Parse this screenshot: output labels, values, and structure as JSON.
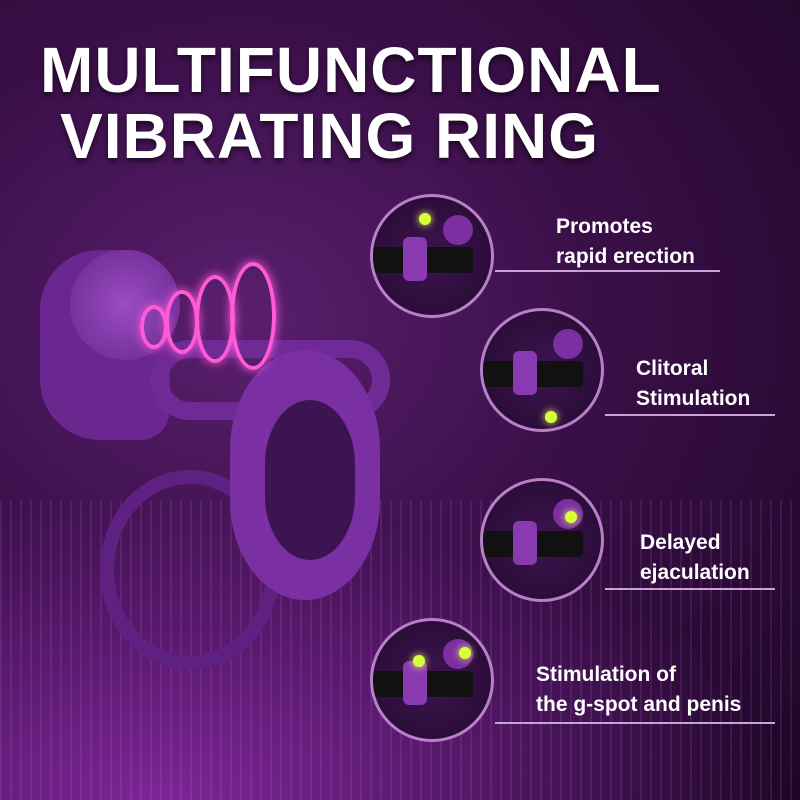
{
  "title": {
    "line1": "MULTIFUNCTIONAL",
    "line2": "VIBRATING RING"
  },
  "features": [
    {
      "line1": "Promotes",
      "line2": "rapid erection"
    },
    {
      "line1": "Clitoral",
      "line2": "Stimulation"
    },
    {
      "line1": "Delayed",
      "line2": "ejaculation"
    },
    {
      "line1": "Stimulation of",
      "line2": "the g-spot and penis"
    }
  ],
  "colors": {
    "accent": "#b880c8",
    "product": "#7b2fa0",
    "glow": "#ff5ad8"
  }
}
